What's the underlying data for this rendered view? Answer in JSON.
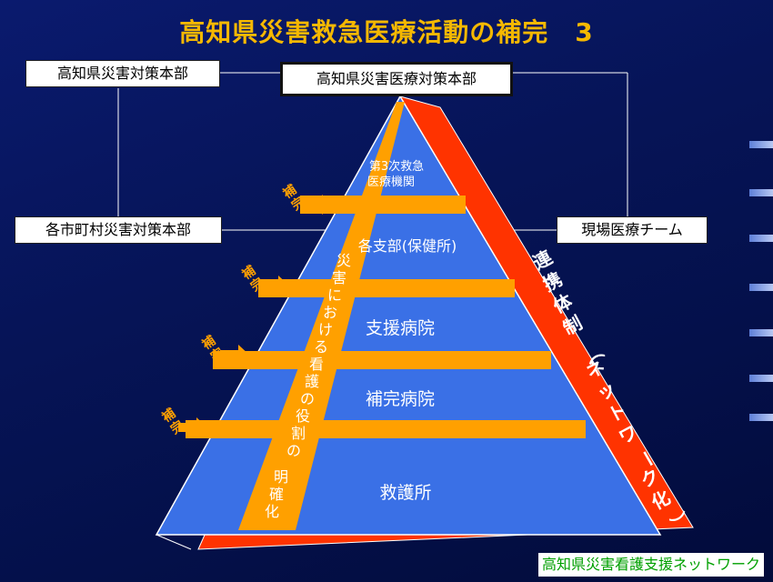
{
  "title": "高知県災害救急医療活動の補完　3",
  "boxes": {
    "pref_disaster_hq": "高知県災害対策本部",
    "pref_medical_hq": "高知県災害医療対策本部",
    "municipal_hq": "各市町村災害対策本部",
    "field_team": "現場医療チーム"
  },
  "pyramid": {
    "tiers": [
      "第3次救急",
      "医療機関",
      "各支部(保健所)",
      "支援病院",
      "補完病院",
      "救護所"
    ]
  },
  "supplement": [
    "補",
    "完",
    "補",
    "完",
    "補",
    "完",
    "補",
    "完"
  ],
  "vertical_text": {
    "nursing": [
      "災",
      "害",
      "に",
      "お",
      "け",
      "る",
      "看",
      "護",
      "の",
      "役",
      "割",
      "の",
      "明",
      "確",
      "化"
    ],
    "network": [
      "連",
      "携",
      "体",
      "制",
      "（",
      "ネ",
      "ッ",
      "ト",
      "ワ",
      "ー",
      "ク",
      "化",
      "）"
    ]
  },
  "footer": "高知県災害看護支援ネットワーク",
  "colors": {
    "pyramid_blue": "#3a70e6",
    "band_orange": "#ffa000",
    "side_red": "#ff3300",
    "title_gold": "#f5b800",
    "footer_green": "#00a000"
  }
}
